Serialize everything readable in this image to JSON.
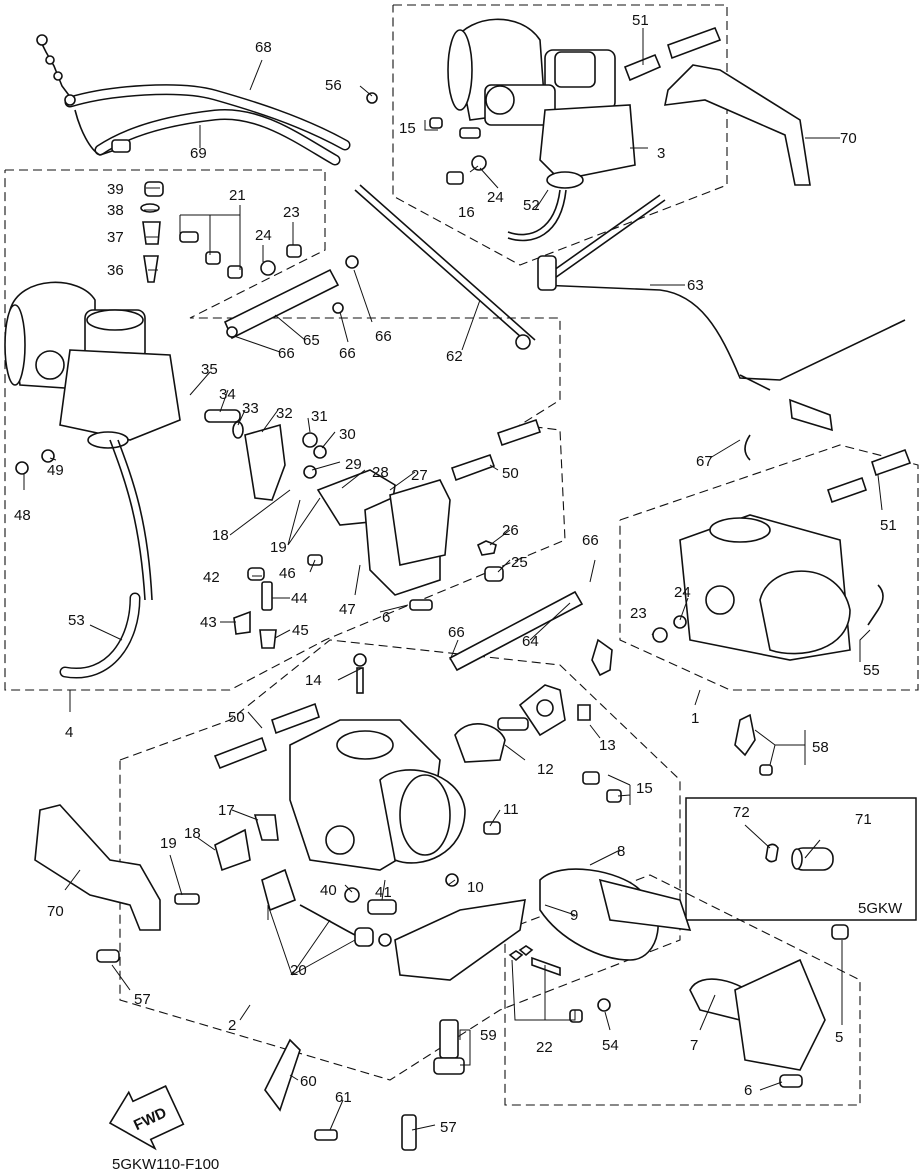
{
  "figure_code": "5GKW110-F100",
  "fwd_label": "FWD",
  "inset_label": "5GKW",
  "callouts": [
    {
      "id": "c1",
      "text": "1"
    },
    {
      "id": "c2",
      "text": "2"
    },
    {
      "id": "c3",
      "text": "3"
    },
    {
      "id": "c4",
      "text": "4"
    },
    {
      "id": "c5",
      "text": "5"
    },
    {
      "id": "c6a",
      "text": "6"
    },
    {
      "id": "c6b",
      "text": "6"
    },
    {
      "id": "c7",
      "text": "7"
    },
    {
      "id": "c8",
      "text": "8"
    },
    {
      "id": "c9",
      "text": "9"
    },
    {
      "id": "c10",
      "text": "10"
    },
    {
      "id": "c11",
      "text": "11"
    },
    {
      "id": "c12",
      "text": "12"
    },
    {
      "id": "c13",
      "text": "13"
    },
    {
      "id": "c14",
      "text": "14"
    },
    {
      "id": "c15a",
      "text": "15"
    },
    {
      "id": "c15b",
      "text": "15"
    },
    {
      "id": "c16",
      "text": "16"
    },
    {
      "id": "c17",
      "text": "17"
    },
    {
      "id": "c18a",
      "text": "18"
    },
    {
      "id": "c18b",
      "text": "18"
    },
    {
      "id": "c19a",
      "text": "19"
    },
    {
      "id": "c19b",
      "text": "19"
    },
    {
      "id": "c20",
      "text": "20"
    },
    {
      "id": "c21",
      "text": "21"
    },
    {
      "id": "c22",
      "text": "22"
    },
    {
      "id": "c23a",
      "text": "23"
    },
    {
      "id": "c23b",
      "text": "23"
    },
    {
      "id": "c24a",
      "text": "24"
    },
    {
      "id": "c24b",
      "text": "24"
    },
    {
      "id": "c24c",
      "text": "24"
    },
    {
      "id": "c25",
      "text": "25"
    },
    {
      "id": "c26",
      "text": "26"
    },
    {
      "id": "c27",
      "text": "27"
    },
    {
      "id": "c28",
      "text": "28"
    },
    {
      "id": "c29",
      "text": "29"
    },
    {
      "id": "c30",
      "text": "30"
    },
    {
      "id": "c31",
      "text": "31"
    },
    {
      "id": "c32",
      "text": "32"
    },
    {
      "id": "c33",
      "text": "33"
    },
    {
      "id": "c34",
      "text": "34"
    },
    {
      "id": "c35",
      "text": "35"
    },
    {
      "id": "c36",
      "text": "36"
    },
    {
      "id": "c37",
      "text": "37"
    },
    {
      "id": "c38",
      "text": "38"
    },
    {
      "id": "c39",
      "text": "39"
    },
    {
      "id": "c40",
      "text": "40"
    },
    {
      "id": "c41",
      "text": "41"
    },
    {
      "id": "c42",
      "text": "42"
    },
    {
      "id": "c43",
      "text": "43"
    },
    {
      "id": "c44",
      "text": "44"
    },
    {
      "id": "c45",
      "text": "45"
    },
    {
      "id": "c46",
      "text": "46"
    },
    {
      "id": "c47",
      "text": "47"
    },
    {
      "id": "c48",
      "text": "48"
    },
    {
      "id": "c49",
      "text": "49"
    },
    {
      "id": "c50a",
      "text": "50"
    },
    {
      "id": "c50b",
      "text": "50"
    },
    {
      "id": "c51a",
      "text": "51"
    },
    {
      "id": "c51b",
      "text": "51"
    },
    {
      "id": "c52",
      "text": "52"
    },
    {
      "id": "c53",
      "text": "53"
    },
    {
      "id": "c54",
      "text": "54"
    },
    {
      "id": "c55",
      "text": "55"
    },
    {
      "id": "c56",
      "text": "56"
    },
    {
      "id": "c57a",
      "text": "57"
    },
    {
      "id": "c57b",
      "text": "57"
    },
    {
      "id": "c58",
      "text": "58"
    },
    {
      "id": "c59",
      "text": "59"
    },
    {
      "id": "c60",
      "text": "60"
    },
    {
      "id": "c61",
      "text": "61"
    },
    {
      "id": "c62",
      "text": "62"
    },
    {
      "id": "c63",
      "text": "63"
    },
    {
      "id": "c64",
      "text": "64"
    },
    {
      "id": "c65",
      "text": "65"
    },
    {
      "id": "c66a",
      "text": "66"
    },
    {
      "id": "c66b",
      "text": "66"
    },
    {
      "id": "c66c",
      "text": "66"
    },
    {
      "id": "c66d",
      "text": "66"
    },
    {
      "id": "c66e",
      "text": "66"
    },
    {
      "id": "c67",
      "text": "67"
    },
    {
      "id": "c68",
      "text": "68"
    },
    {
      "id": "c69",
      "text": "69"
    },
    {
      "id": "c70a",
      "text": "70"
    },
    {
      "id": "c70b",
      "text": "70"
    },
    {
      "id": "c71",
      "text": "71"
    },
    {
      "id": "c72",
      "text": "72"
    }
  ]
}
